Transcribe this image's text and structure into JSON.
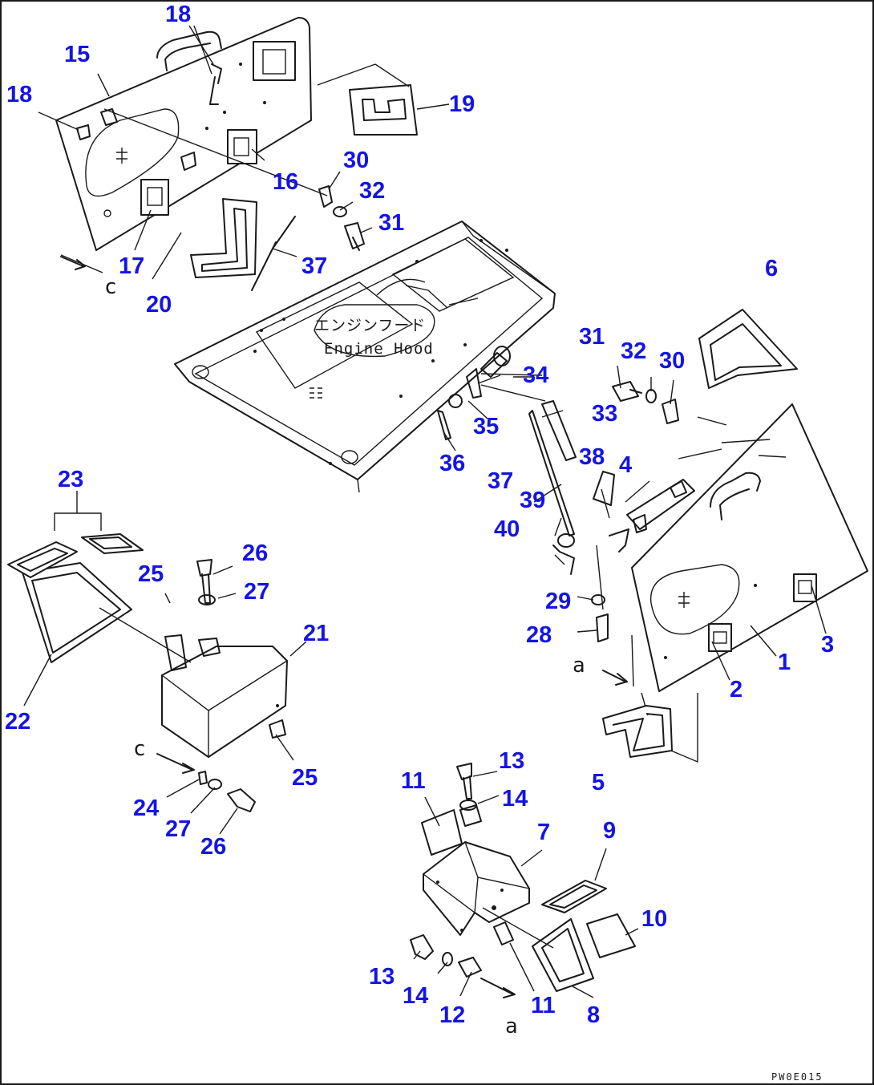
{
  "diagram": {
    "hood_label_jp": "エンジンフード",
    "hood_label_en": "Engine Hood",
    "drawing_code": "PW0E015",
    "ref_arrows": [
      "c",
      "a",
      "c",
      "a"
    ],
    "callouts": [
      {
        "id": "c15",
        "label": "15"
      },
      {
        "id": "c18a",
        "label": "18"
      },
      {
        "id": "c18b",
        "label": "18"
      },
      {
        "id": "c19",
        "label": "19"
      },
      {
        "id": "c16",
        "label": "16"
      },
      {
        "id": "c30a",
        "label": "30"
      },
      {
        "id": "c32a",
        "label": "32"
      },
      {
        "id": "c31a",
        "label": "31"
      },
      {
        "id": "c17",
        "label": "17"
      },
      {
        "id": "c20",
        "label": "20"
      },
      {
        "id": "c37a",
        "label": "37"
      },
      {
        "id": "c6",
        "label": "6"
      },
      {
        "id": "c31b",
        "label": "31"
      },
      {
        "id": "c32b",
        "label": "32"
      },
      {
        "id": "c30b",
        "label": "30"
      },
      {
        "id": "c34",
        "label": "34"
      },
      {
        "id": "c33",
        "label": "33"
      },
      {
        "id": "c35",
        "label": "35"
      },
      {
        "id": "c36",
        "label": "36"
      },
      {
        "id": "c38",
        "label": "38"
      },
      {
        "id": "c4",
        "label": "4"
      },
      {
        "id": "c37b",
        "label": "37"
      },
      {
        "id": "c39",
        "label": "39"
      },
      {
        "id": "c40",
        "label": "40"
      },
      {
        "id": "c29",
        "label": "29"
      },
      {
        "id": "c28",
        "label": "28"
      },
      {
        "id": "c3",
        "label": "3"
      },
      {
        "id": "c1",
        "label": "1"
      },
      {
        "id": "c2",
        "label": "2"
      },
      {
        "id": "c5",
        "label": "5"
      },
      {
        "id": "c23",
        "label": "23"
      },
      {
        "id": "c26a",
        "label": "26"
      },
      {
        "id": "c25a",
        "label": "25"
      },
      {
        "id": "c27a",
        "label": "27"
      },
      {
        "id": "c21",
        "label": "21"
      },
      {
        "id": "c22",
        "label": "22"
      },
      {
        "id": "c25b",
        "label": "25"
      },
      {
        "id": "c24",
        "label": "24"
      },
      {
        "id": "c27b",
        "label": "27"
      },
      {
        "id": "c26b",
        "label": "26"
      },
      {
        "id": "c13a",
        "label": "13"
      },
      {
        "id": "c11a",
        "label": "11"
      },
      {
        "id": "c14a",
        "label": "14"
      },
      {
        "id": "c7",
        "label": "7"
      },
      {
        "id": "c9",
        "label": "9"
      },
      {
        "id": "c10",
        "label": "10"
      },
      {
        "id": "c13b",
        "label": "13"
      },
      {
        "id": "c14b",
        "label": "14"
      },
      {
        "id": "c12",
        "label": "12"
      },
      {
        "id": "c11b",
        "label": "11"
      },
      {
        "id": "c8",
        "label": "8"
      }
    ]
  }
}
